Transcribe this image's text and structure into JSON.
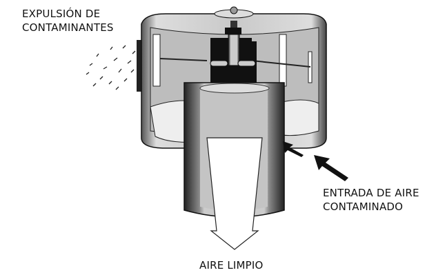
{
  "labels": {
    "expulsion_line1": "EXPULSIÓN DE",
    "expulsion_line2": "CONTAMINANTES",
    "entrada_line1": "ENTRADA DE AIRE",
    "entrada_line2": "CONTAMINADO",
    "aire_limpio": "AIRE LIMPIO"
  },
  "colors": {
    "body_gray": "#c8c8c8",
    "dark": "#111111",
    "light": "#e6e6e6"
  }
}
